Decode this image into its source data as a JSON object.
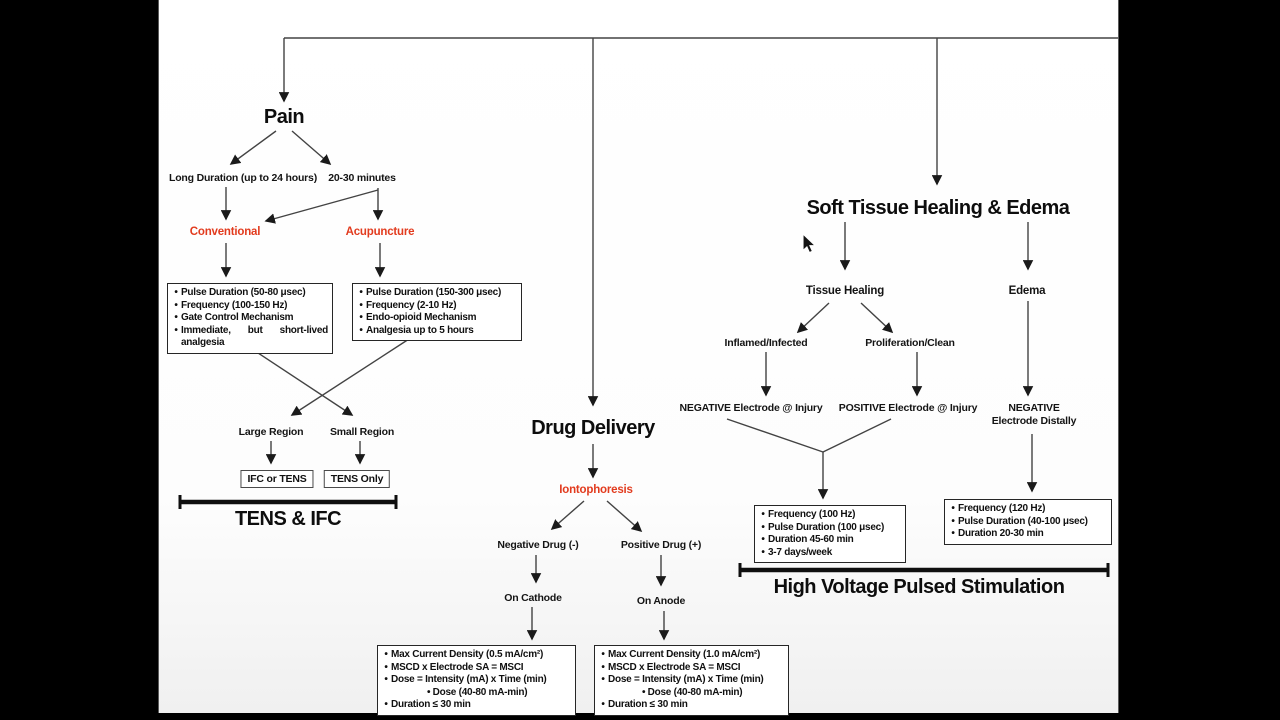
{
  "colors": {
    "accent_red": "#e23b1e",
    "line": "#3f3f3f",
    "ink": "#111111"
  },
  "pain": {
    "title": "Pain",
    "long_duration": "Long Duration (up to 24 hours)",
    "minutes": "20-30 minutes",
    "conventional": "Conventional",
    "acupuncture": "Acupuncture",
    "conventional_box": [
      "Pulse Duration (50-80 μsec)",
      "Frequency (100-150 Hz)",
      "Gate Control Mechanism",
      "Immediate, but short-lived analgesia"
    ],
    "acupuncture_box": [
      "Pulse Duration (150-300 μsec)",
      "Frequency (2-10 Hz)",
      "Endo-opioid Mechanism",
      "Analgesia up to 5 hours"
    ],
    "large_region": "Large Region",
    "small_region": "Small Region",
    "ifc_or_tens": "IFC or TENS",
    "tens_only": "TENS Only",
    "section_title": "TENS & IFC"
  },
  "drug": {
    "title": "Drug Delivery",
    "iontophoresis": "Iontophoresis",
    "negative_drug": "Negative Drug (-)",
    "positive_drug": "Positive Drug (+)",
    "on_cathode": "On Cathode",
    "on_anode": "On Anode",
    "cathode_box": [
      "Max Current Density (0.5 mA/cm²)",
      "MSCD x Electrode SA = MSCI",
      "Dose = Intensity (mA) x Time (min)",
      "Dose (40-80 mA-min)",
      "Duration ≤ 30 min"
    ],
    "anode_box": [
      "Max Current Density (1.0 mA/cm²)",
      "MSCD x Electrode SA = MSCI",
      "Dose = Intensity (mA) x Time (min)",
      "Dose (40-80 mA-min)",
      "Duration ≤ 30 min"
    ]
  },
  "tissue": {
    "title": "Soft Tissue Healing & Edema",
    "tissue_healing": "Tissue Healing",
    "edema": "Edema",
    "inflamed": "Inflamed/Infected",
    "proliferation": "Proliferation/Clean",
    "negative_electrode": "NEGATIVE Electrode @ Injury",
    "positive_electrode": "POSITIVE Electrode @ Injury",
    "negative_distally_line1": "NEGATIVE",
    "negative_distally_line2": "Electrode Distally",
    "healing_box": [
      "Frequency (100 Hz)",
      "Pulse Duration (100 μsec)",
      "Duration 45-60 min",
      "3-7 days/week"
    ],
    "edema_box": [
      "Frequency (120 Hz)",
      "Pulse Duration (40-100 μsec)",
      "Duration 20-30 min"
    ],
    "section_title": "High Voltage Pulsed Stimulation"
  }
}
